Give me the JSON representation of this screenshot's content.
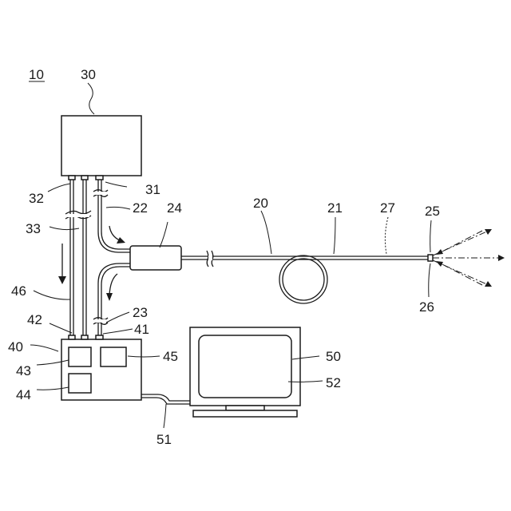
{
  "figure": {
    "id_label": "10",
    "labels": {
      "l30": "30",
      "l31": "31",
      "l32": "32",
      "l33": "33",
      "l22": "22",
      "l24": "24",
      "l20": "20",
      "l21": "21",
      "l27": "27",
      "l25": "25",
      "l26": "26",
      "l46": "46",
      "l23": "23",
      "l42": "42",
      "l41": "41",
      "l40": "40",
      "l43": "43",
      "l44": "44",
      "l45": "45",
      "l50": "50",
      "l52": "52",
      "l51": "51"
    }
  }
}
